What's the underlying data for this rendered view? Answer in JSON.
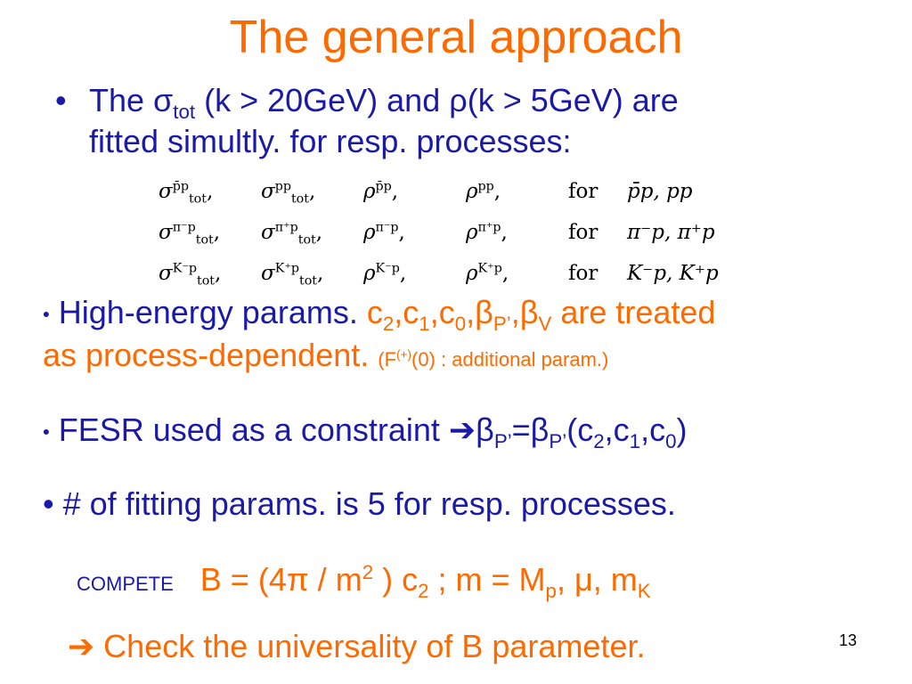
{
  "slide": {
    "title": "The general approach",
    "bullet1": {
      "bullet": "•",
      "text_a": "The σ",
      "sub_tot": "tot",
      "text_b": " (k > 20GeV) and ρ(k > 5GeV) are",
      "line2": "fitted simultly. for resp. processes:"
    },
    "equations": {
      "sigma": "σ",
      "rho": "ρ",
      "tot": "tot",
      "for": "for",
      "rows": [
        {
          "s1": "p̄p",
          "s2": "pp",
          "r1": "p̄p",
          "r2": "pp",
          "procs": "p̄p,  pp"
        },
        {
          "s1": "π⁻p",
          "s2": "π⁺p",
          "r1": "π⁻p",
          "r2": "π⁺p",
          "procs": "π⁻p,  π⁺p"
        },
        {
          "s1": "K⁻p",
          "s2": "K⁺p",
          "r1": "K⁻p",
          "r2": "K⁺p",
          "procs": "K⁻p,  K⁺p"
        }
      ]
    },
    "bullet2": {
      "bullet": "•",
      "text_a": " High-energy params. ",
      "c2": "c",
      "c2_sub": "2",
      "comma1": ",c",
      "c1_sub": "1",
      "comma2": ",c",
      "c0_sub": "0",
      "beta_p": ",β",
      "beta_p_sub": "P’",
      "beta_v": ",β",
      "beta_v_sub": "V",
      "text_b": " are treated",
      "line2": "as process-dependent. ",
      "note_a": "(F",
      "note_sup": "(+)",
      "note_b": "(0) : additional param.)"
    },
    "bullet3": {
      "bullet": "•",
      "text_a": " FESR used as a constraint ",
      "arrow": "➔",
      "beta1": "β",
      "beta1_sub": "P’",
      "eq": "=β",
      "beta2_sub": "P’",
      "paren": "(c",
      "c2_sub": "2",
      "c1": ",c",
      "c1_sub": "1",
      "c0": ",c",
      "c0_sub": "0",
      "close": ")"
    },
    "bullet4": "• # of fitting params. is 5 for resp. processes.",
    "compete": {
      "label": "COMPETE",
      "formula_a": "B = (4π / m",
      "sq": "2",
      "formula_b": " ) c",
      "c2_sub": "2",
      "formula_c": " ;   m = M",
      "mp_sub": "p",
      "formula_d": ", μ, m",
      "mk_sub": "K"
    },
    "check": {
      "arrow": "➔",
      "text": " Check the universality of B parameter."
    },
    "page_number": "13"
  }
}
